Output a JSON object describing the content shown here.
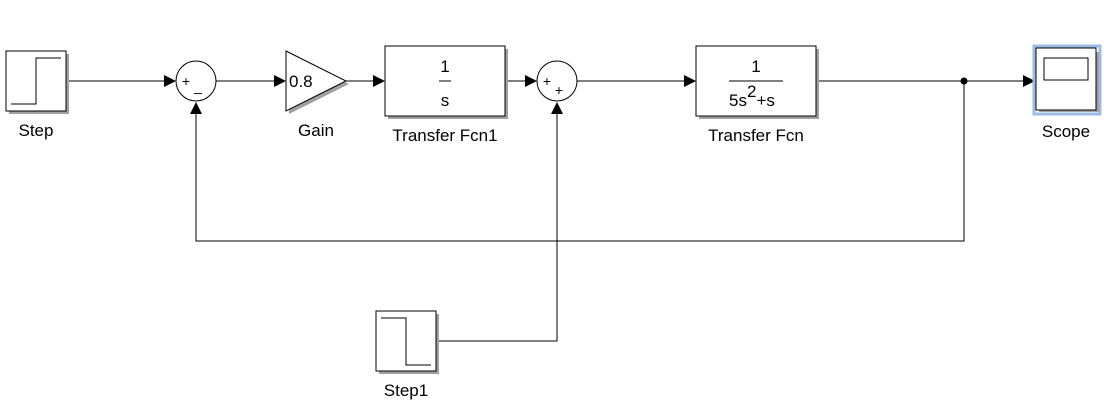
{
  "blocks": {
    "step": {
      "label": "Step"
    },
    "step1": {
      "label": "Step1"
    },
    "gain": {
      "label": "Gain",
      "value": "0.8"
    },
    "sum1": {
      "signs": [
        "+",
        "_"
      ]
    },
    "sum2": {
      "signs": [
        "+",
        "+"
      ]
    },
    "transfer_fcn1": {
      "label": "Transfer Fcn1",
      "numerator": "1",
      "denominator": "s"
    },
    "transfer_fcn": {
      "label": "Transfer Fcn",
      "numerator": "1",
      "denominator_base": "5s",
      "denominator_exp": "2",
      "denominator_tail": "+s"
    },
    "scope": {
      "label": "Scope",
      "selected": true
    }
  },
  "colors": {
    "selection": "#9bbbe6",
    "block_shadow": "#a0a0a0"
  }
}
